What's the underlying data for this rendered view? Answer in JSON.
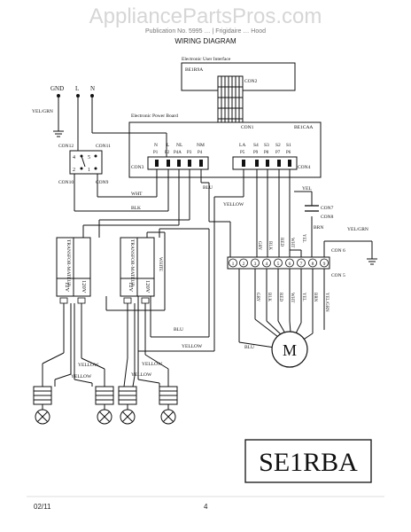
{
  "header": {
    "watermark": "AppliancePartsPros.com",
    "publication_line": "Publication No. 5995 … | Frigidaire … Hood",
    "title": "WIRING DIAGRAM"
  },
  "ui_box": {
    "title": "Electronic User Interface",
    "part": "BE1R9A",
    "connector": "CON2"
  },
  "power_board": {
    "title": "Electronic Power Board",
    "part": "BE1CAA",
    "connector": "CON1"
  },
  "mains": {
    "gnd": "GND",
    "l": "L",
    "n": "N",
    "ground_wire": "YEL/GRN"
  },
  "switch_block": {
    "con12": "CON12",
    "con11": "CON11",
    "con10": "CON10",
    "con9": "CON9",
    "pins": [
      "4",
      "2",
      "5",
      "1"
    ]
  },
  "con3": {
    "label": "CON3",
    "top_labels": [
      "N",
      "L",
      "NL",
      "NM"
    ],
    "pins": [
      "P1",
      "P2",
      "P4A",
      "P3",
      "P4"
    ]
  },
  "con4": {
    "label": "CON4",
    "top_labels": [
      "LA",
      "S4",
      "S3",
      "S2",
      "S1"
    ],
    "pins": [
      "P5",
      "P9",
      "P8",
      "P7",
      "P6"
    ]
  },
  "wires": {
    "wht": "WHT",
    "blk": "BLK",
    "blu": "BLU",
    "yellow": "YELLOW",
    "yel": "YEL",
    "brn": "BRN",
    "yel_grn": "YEL/GRN"
  },
  "capacitor": {
    "con7": "CON7",
    "con8": "CON8"
  },
  "terminal_strip": {
    "pins": [
      "1",
      "2",
      "3",
      "4",
      "5",
      "6",
      "7",
      "8",
      "9"
    ],
    "con6": "CON 6",
    "con5": "CON 5",
    "upper_wires": [
      "GRY",
      "BLK",
      "RED",
      "WHT",
      "YEL"
    ],
    "lower_wires": [
      "GRY",
      "BLK",
      "RED",
      "WHT",
      "YEL",
      "BRN",
      "YEL/GRN"
    ]
  },
  "motor": {
    "symbol": "M"
  },
  "transformers": [
    {
      "name": "TRANSFOR-MATEUR",
      "primary": "120V",
      "secondary": "12V"
    },
    {
      "name": "TRANSFOR-MATEUR",
      "primary": "120V",
      "secondary": "12V"
    }
  ],
  "lamp_wires": {
    "yellow_upper_left": "YELLOW",
    "yellow_lower_left": "YELLOW",
    "yellow_upper_right": "YELLOW",
    "yellow_lower_right": "YELLOW",
    "yellow_mid": "YELLOW",
    "white_mid": "WHITE",
    "blu_low": "BLU"
  },
  "model": "SE1RBA",
  "footer": {
    "date": "02/11",
    "page": "4"
  }
}
